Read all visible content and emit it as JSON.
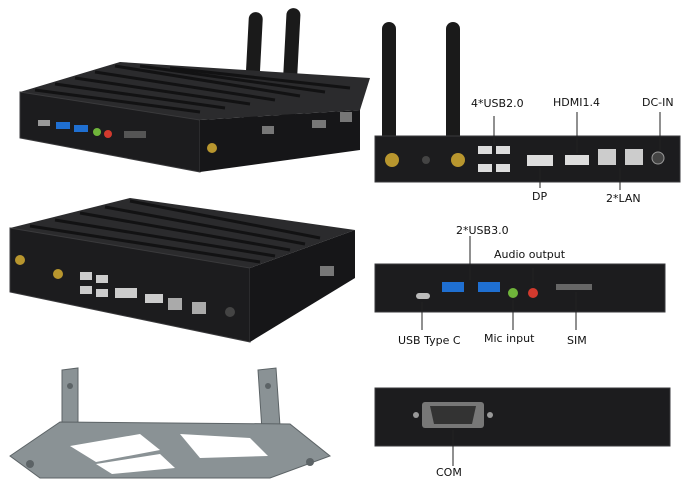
{
  "labels": {
    "usb20": "4*USB2.0",
    "hdmi": "HDMI1.4",
    "dcin": "DC-IN",
    "dp": "DP",
    "lan": "2*LAN",
    "usb30": "2*USB3.0",
    "audio_out": "Audio output",
    "usb_type_c": "USB Type C",
    "mic_input": "Mic input",
    "sim": "SIM",
    "com": "COM"
  },
  "colors": {
    "chassis": "#1c1c1e",
    "chassis_edge": "#3a3a3c",
    "usb3_blue": "#1f6fd1",
    "audio_red": "#d23a2e",
    "mic_green": "#6fb43a",
    "antenna_gold": "#b8962e",
    "bracket": "#8a9295",
    "leader": "#222222"
  }
}
